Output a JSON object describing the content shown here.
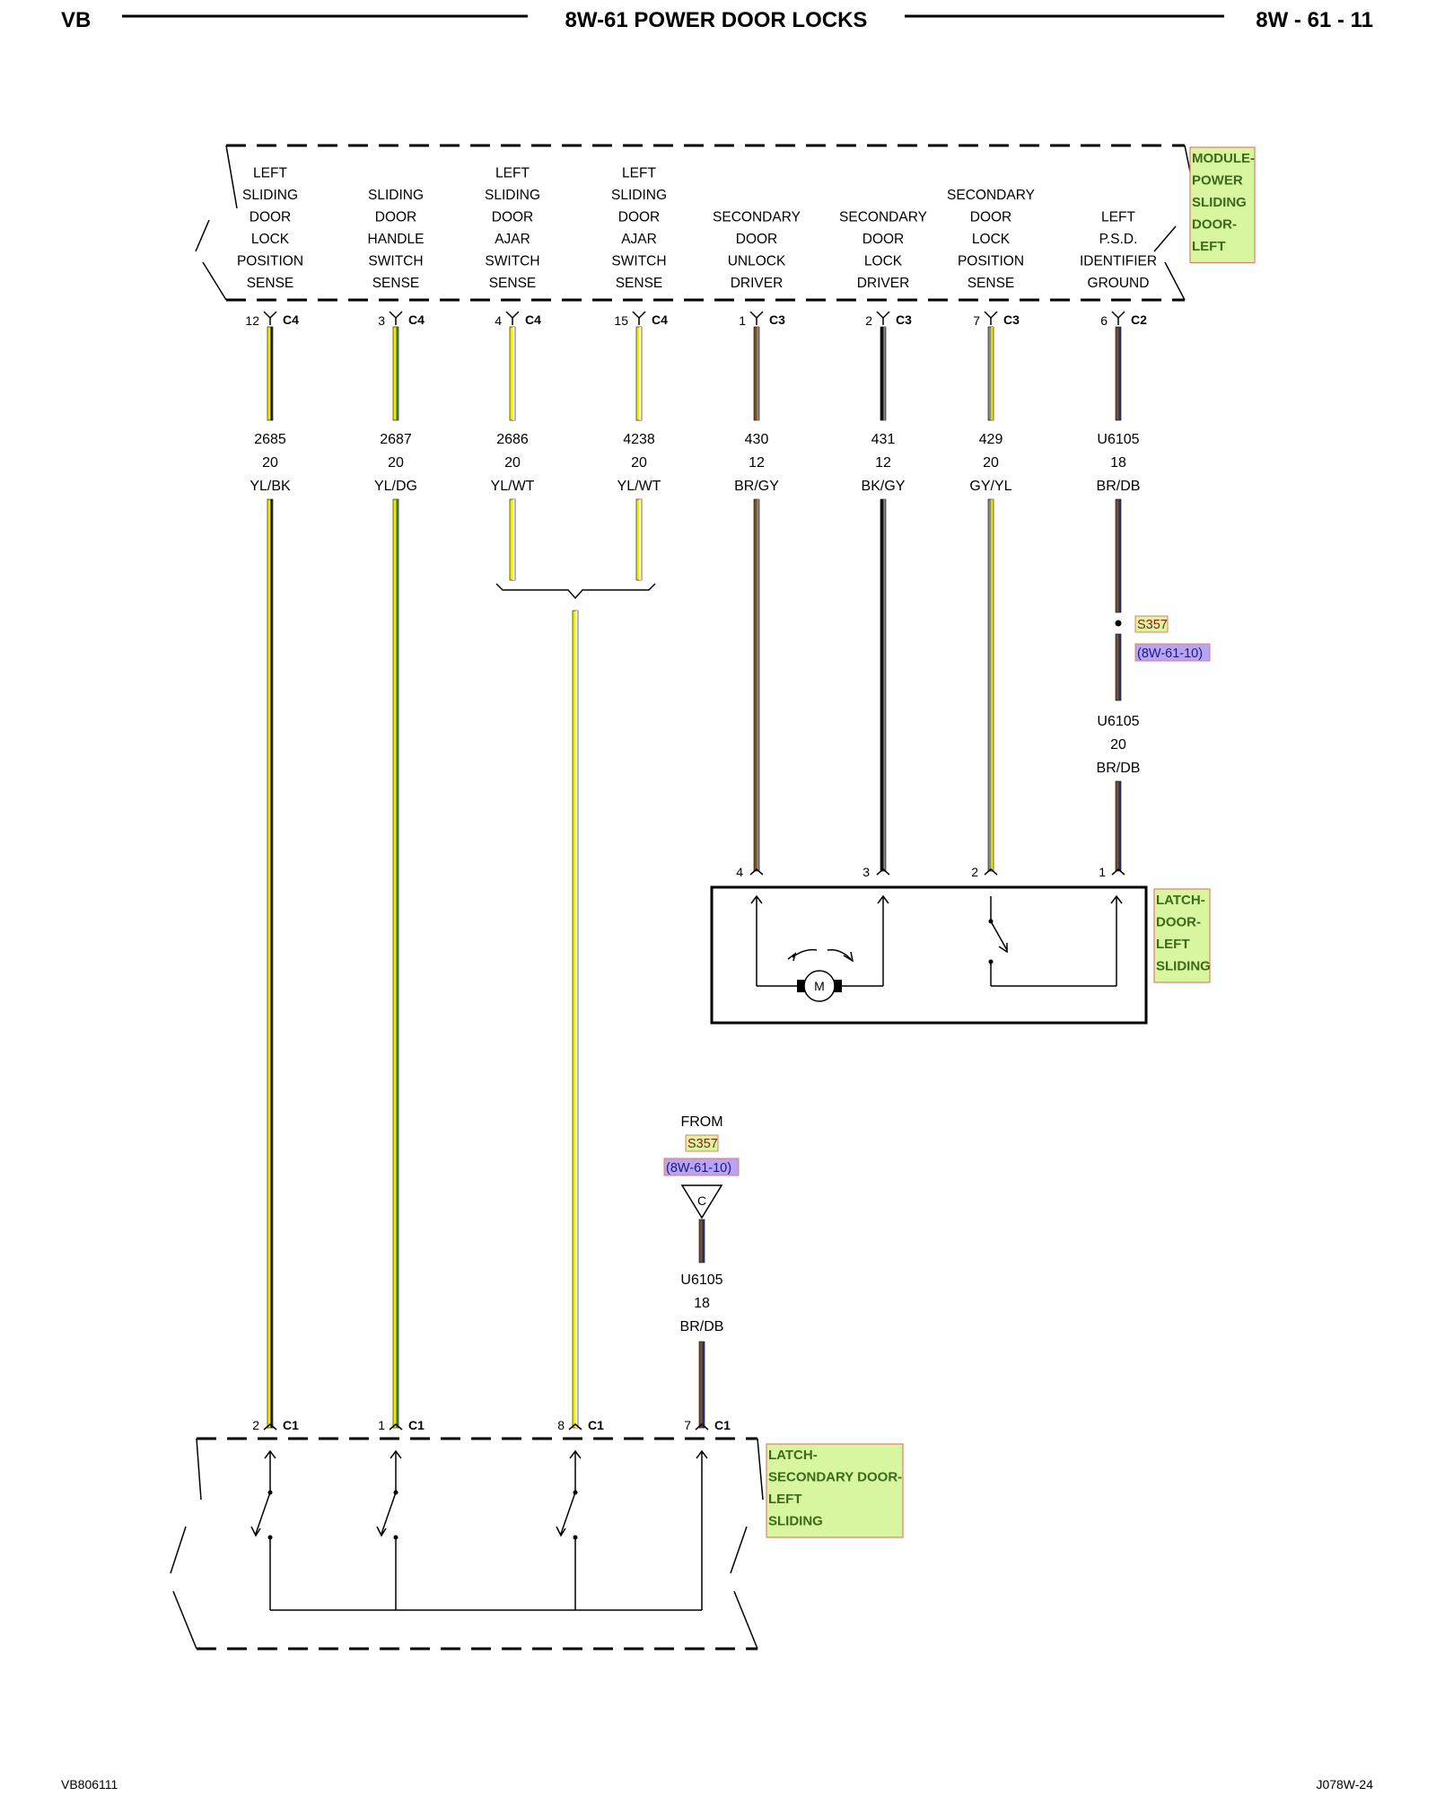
{
  "header": {
    "left": "VB",
    "title": "8W-61 POWER DOOR LOCKS",
    "page": "8W - 61 - 11"
  },
  "footer": {
    "left": "VB806111",
    "right": "J078W-24"
  },
  "colors": {
    "YL": "#f2ec00",
    "BK": "#111111",
    "DG": "#2e7d32",
    "WT": "#ffffff",
    "BR": "#7a5020",
    "GY": "#8c8c8c",
    "DB": "#1f2f8c",
    "component_fill": "#d8f5a0",
    "component_border": "#e0806a",
    "splice_fill": "#d8f5a0",
    "ref_fill": "#b8a4f0"
  },
  "module": {
    "name": [
      "MODULE-",
      "POWER",
      "SLIDING",
      "DOOR-",
      "LEFT"
    ],
    "circuits": [
      {
        "label": [
          "LEFT",
          "SLIDING",
          "DOOR",
          "LOCK",
          "POSITION",
          "SENSE"
        ],
        "pin": "12",
        "conn": "C4",
        "wire": {
          "circuit": "2685",
          "gauge": "20",
          "color": "YL/BK",
          "c1": "YL",
          "c2": "BK"
        }
      },
      {
        "label": [
          "SLIDING",
          "DOOR",
          "HANDLE",
          "SWITCH",
          "SENSE"
        ],
        "pin": "3",
        "conn": "C4",
        "wire": {
          "circuit": "2687",
          "gauge": "20",
          "color": "YL/DG",
          "c1": "YL",
          "c2": "DG"
        }
      },
      {
        "label": [
          "LEFT",
          "SLIDING",
          "DOOR",
          "AJAR",
          "SWITCH",
          "SENSE"
        ],
        "pin": "4",
        "conn": "C4",
        "wire": {
          "circuit": "2686",
          "gauge": "20",
          "color": "YL/WT",
          "c1": "YL",
          "c2": "WT"
        }
      },
      {
        "label": [
          "LEFT",
          "SLIDING",
          "DOOR",
          "AJAR",
          "SWITCH",
          "SENSE"
        ],
        "pin": "15",
        "conn": "C4",
        "wire": {
          "circuit": "4238",
          "gauge": "20",
          "color": "YL/WT",
          "c1": "YL",
          "c2": "WT"
        }
      },
      {
        "label": [
          "SECONDARY",
          "DOOR",
          "UNLOCK",
          "DRIVER"
        ],
        "pin": "1",
        "conn": "C3",
        "wire": {
          "circuit": "430",
          "gauge": "12",
          "color": "BR/GY",
          "c1": "BR",
          "c2": "GY"
        }
      },
      {
        "label": [
          "SECONDARY",
          "DOOR",
          "LOCK",
          "DRIVER"
        ],
        "pin": "2",
        "conn": "C3",
        "wire": {
          "circuit": "431",
          "gauge": "12",
          "color": "BK/GY",
          "c1": "BK",
          "c2": "GY"
        }
      },
      {
        "label": [
          "SECONDARY",
          "DOOR",
          "LOCK",
          "POSITION",
          "SENSE"
        ],
        "pin": "7",
        "conn": "C3",
        "wire": {
          "circuit": "429",
          "gauge": "20",
          "color": "GY/YL",
          "c1": "GY",
          "c2": "YL"
        }
      },
      {
        "label": [
          "LEFT",
          "P.S.D.",
          "IDENTIFIER",
          "GROUND"
        ],
        "pin": "6",
        "conn": "C2",
        "wire": {
          "circuit": "U6105",
          "gauge": "18",
          "color": "BR/DB",
          "c1": "BR",
          "c2": "DB"
        }
      }
    ]
  },
  "splice": {
    "name": "S357",
    "ref": "(8W-61-10)",
    "out_wire": {
      "circuit": "U6105",
      "gauge": "20",
      "color": "BR/DB"
    }
  },
  "latch": {
    "name": [
      "LATCH-",
      "DOOR-",
      "LEFT",
      "SLIDING"
    ],
    "pins": [
      "4",
      "3",
      "2",
      "1"
    ],
    "motor": "M"
  },
  "from": {
    "text": "FROM",
    "splice": "S357",
    "ref": "(8W-61-10)",
    "connector": "C",
    "wire": {
      "circuit": "U6105",
      "gauge": "18",
      "color": "BR/DB"
    }
  },
  "secondary_latch": {
    "name": [
      "LATCH-",
      "SECONDARY DOOR-",
      "LEFT",
      "SLIDING"
    ],
    "pins": [
      {
        "pin": "2",
        "conn": "C1"
      },
      {
        "pin": "1",
        "conn": "C1"
      },
      {
        "pin": "8",
        "conn": "C1"
      },
      {
        "pin": "7",
        "conn": "C1"
      }
    ]
  }
}
